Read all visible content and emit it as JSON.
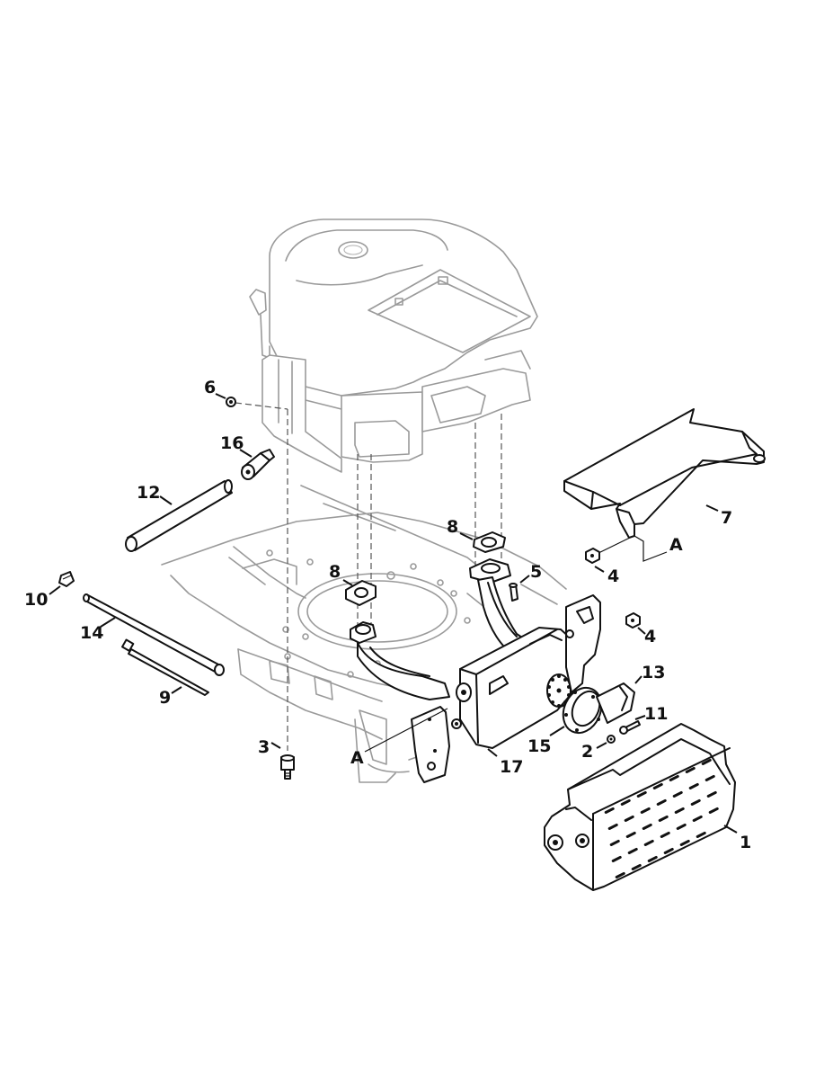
{
  "callouts": {
    "c1": "1",
    "c2": "2",
    "c3": "3",
    "c4a": "4",
    "c4b": "4",
    "c5": "5",
    "c6": "6",
    "c7": "7",
    "c8a": "8",
    "c8b": "8",
    "c9": "9",
    "c10": "10",
    "c11": "11",
    "c12": "12",
    "c13": "13",
    "c14": "14",
    "c15": "15",
    "c16": "16",
    "c17": "17",
    "refA1": "A",
    "refA2": "A"
  }
}
